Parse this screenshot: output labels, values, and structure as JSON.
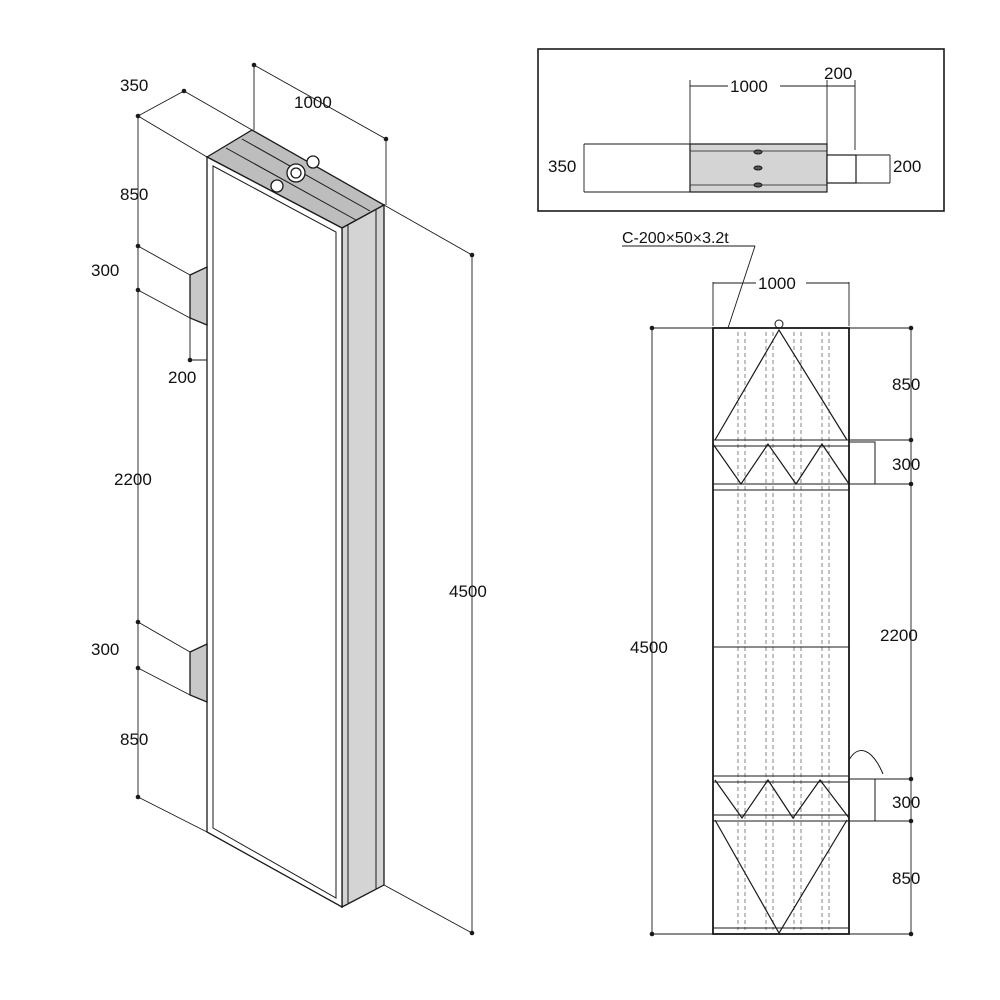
{
  "isometric_view": {
    "dim_depth": "350",
    "dim_width": "1000",
    "dim_top": "850",
    "dim_bracket_upper": "300",
    "dim_bracket_depth": "200",
    "dim_middle": "2200",
    "dim_bracket_lower": "300",
    "dim_bottom": "850",
    "dim_total_height": "4500"
  },
  "top_view": {
    "dim_width": "1000",
    "dim_bracket_length": "200",
    "dim_depth": "350",
    "dim_bracket_width": "200"
  },
  "front_frame_view": {
    "channel_spec": "C-200×50×3.2t",
    "dim_width": "1000",
    "dim_total_height": "4500",
    "dim_top": "850",
    "dim_upper_bracket": "300",
    "dim_middle": "2200",
    "dim_lower_bracket": "300",
    "dim_bottom": "850"
  },
  "colors": {
    "line": "#1a1a1a",
    "panel_side": "#d4d4d4",
    "panel_top": "#bdbdbd",
    "bracket": "#c8c8c8",
    "hidden_line": "#666666"
  }
}
